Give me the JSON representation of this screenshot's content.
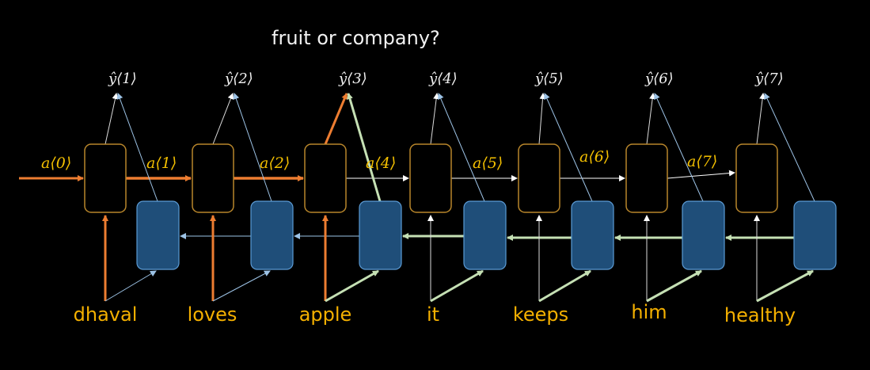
{
  "question": "fruit or company?",
  "words": [
    "dhaval",
    "loves",
    "apple",
    "it",
    "keeps",
    "him",
    "healthy"
  ],
  "outputs": [
    "ŷ⟨1⟩",
    "ŷ⟨2⟩",
    "ŷ⟨3⟩",
    "ŷ⟨4⟩",
    "ŷ⟨5⟩",
    "ŷ⟨6⟩",
    "ŷ⟨7⟩"
  ],
  "activations": [
    "a⟨0⟩",
    "a⟨1⟩",
    "a⟨2⟩",
    "a⟨4⟩",
    "a⟨5⟩",
    "a⟨6⟩",
    "a⟨7⟩"
  ],
  "colors": {
    "forward_active": "#ed7d31",
    "backward_active": "#c5e0b4",
    "cell_border": "#b8862b",
    "backward_cell": "#1f4e79",
    "label": "#f4c000",
    "word": "#f4b000",
    "thin": "#9dc3e6"
  }
}
